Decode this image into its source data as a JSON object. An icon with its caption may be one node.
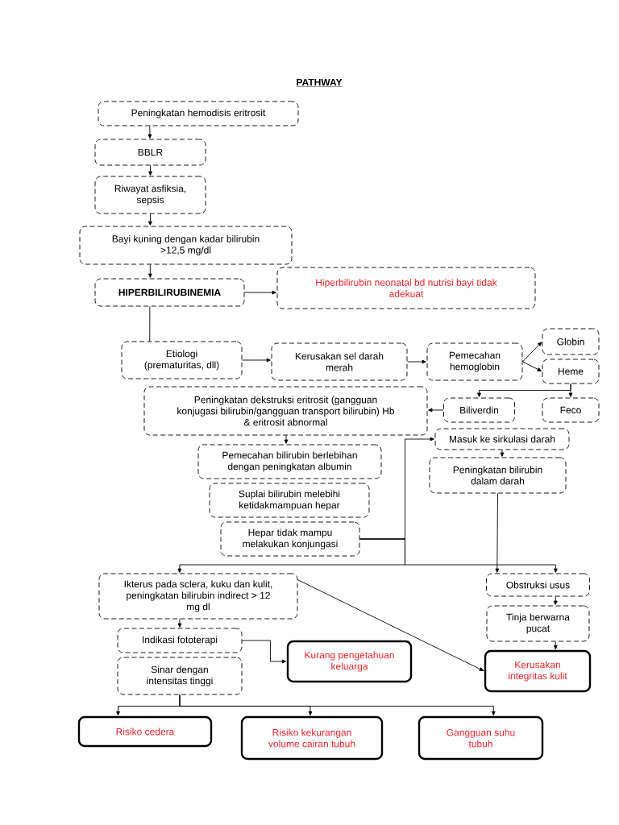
{
  "diagram": {
    "title": "PATHWAY",
    "nodes": [
      {
        "text": [
          "Peningkatan hemodisis eritrosit"
        ]
      },
      {
        "text": [
          "BBLR"
        ]
      },
      {
        "text": [
          "Riwayat asfiksia, sepsis"
        ]
      },
      {
        "text": [
          "Bayi kuning dengan kadar bilirubin >12,5 mg/dl"
        ]
      },
      {
        "text": [
          "HIPERBILIRUBINEMIA"
        ]
      },
      {
        "text": [
          "Hiperbilirubin neonatal bd nutrisi bayi tidak adekuat"
        ]
      },
      {
        "text": [
          "Etiologi (prematuritas, dll)"
        ]
      },
      {
        "text": [
          "Kerusakan sel darah merah"
        ]
      },
      {
        "text": [
          "Pemecahan hemoglobin"
        ]
      },
      {
        "text": [
          "Globin"
        ]
      },
      {
        "text": [
          "Heme"
        ]
      },
      {
        "text": [
          "Peningkatan dekstruksi eritrosit (gangguan konjugasi bilirubin/gangguan transport bilirubin) Hb & eritrosit abnormal"
        ]
      },
      {
        "text": [
          "Biliverdin"
        ]
      },
      {
        "text": [
          "Feco"
        ]
      },
      {
        "text": [
          "Masuk ke sirkulasi darah"
        ]
      },
      {
        "text": [
          "Pemecahan bilirubin berlebihan dengan peningkatan albumin"
        ]
      },
      {
        "text": [
          "Peningkatan bilirubin dalam darah"
        ]
      },
      {
        "text": [
          "Suplai bilirubin melebihi ketidakmampuan hepar"
        ]
      },
      {
        "text": [
          "Hepar tidak mampu melakukan konjungasi"
        ]
      },
      {
        "text": [
          "Ikterus pada sclera, kuku dan kulit, peningkatan bilirubin indirect > 12 mg dl"
        ]
      },
      {
        "text": [
          "Indikasi fototerapi"
        ]
      },
      {
        "text": [
          "Kurang pengetahuan keluarga"
        ]
      },
      {
        "text": [
          "Obstruksi usus"
        ]
      },
      {
        "text": [
          "Tinja berwarna pucat"
        ]
      },
      {
        "text": [
          "Sinar dengan intensitas tinggi"
        ]
      },
      {
        "text": [
          "Kerusakan integritas kulit"
        ]
      },
      {
        "text": [
          "Risiko cedera"
        ]
      },
      {
        "text": [
          "Risiko kekurangan volume cairan tubuh"
        ]
      },
      {
        "text": [
          "Gangguan suhu tubuh"
        ]
      }
    ],
    "edges": [
      {
        "from": 0,
        "to": 1,
        "arrow": "to"
      },
      {
        "from": 1,
        "to": 2,
        "arrow": "to"
      },
      {
        "from": 2,
        "to": 3,
        "arrow": "to"
      },
      {
        "from": 3,
        "to": 4,
        "arrow": "to"
      },
      {
        "from": 4,
        "to": 5,
        "arrow": "to"
      },
      {
        "from": 4,
        "to": 6,
        "arrow": "none"
      },
      {
        "from": 6,
        "to": 7,
        "arrow": "to"
      },
      {
        "from": 7,
        "to": 8,
        "arrow": "to"
      },
      {
        "from": 8,
        "to": 9,
        "arrow": "to"
      },
      {
        "from": 8,
        "to": 10,
        "arrow": "to"
      },
      {
        "from": 10,
        "to": 12,
        "arrow": "to"
      },
      {
        "from": 10,
        "to": 13,
        "arrow": "to"
      },
      {
        "from": 12,
        "to": 11,
        "arrow": "to"
      },
      {
        "from": 11,
        "to": 15,
        "arrow": "to"
      },
      {
        "from": 18,
        "to": 14,
        "arrow": "to"
      },
      {
        "from": 14,
        "to": 16,
        "arrow": "to"
      },
      {
        "from": 16,
        "to": 22,
        "arrow": "to"
      },
      {
        "from": 18,
        "to": 19,
        "arrow": "to"
      },
      {
        "from": 18,
        "to": 22,
        "arrow": "to"
      },
      {
        "from": 19,
        "to": 20,
        "arrow": "to"
      },
      {
        "from": 19,
        "to": 25,
        "arrow": "to"
      },
      {
        "from": 20,
        "to": 21,
        "arrow": "to"
      },
      {
        "from": 22,
        "to": 23,
        "arrow": "to"
      },
      {
        "from": 23,
        "to": 25,
        "arrow": "to"
      },
      {
        "from": 24,
        "to": 26,
        "arrow": "to"
      },
      {
        "from": 24,
        "to": 27,
        "arrow": "to"
      },
      {
        "from": 24,
        "to": 28,
        "arrow": "to"
      }
    ]
  }
}
